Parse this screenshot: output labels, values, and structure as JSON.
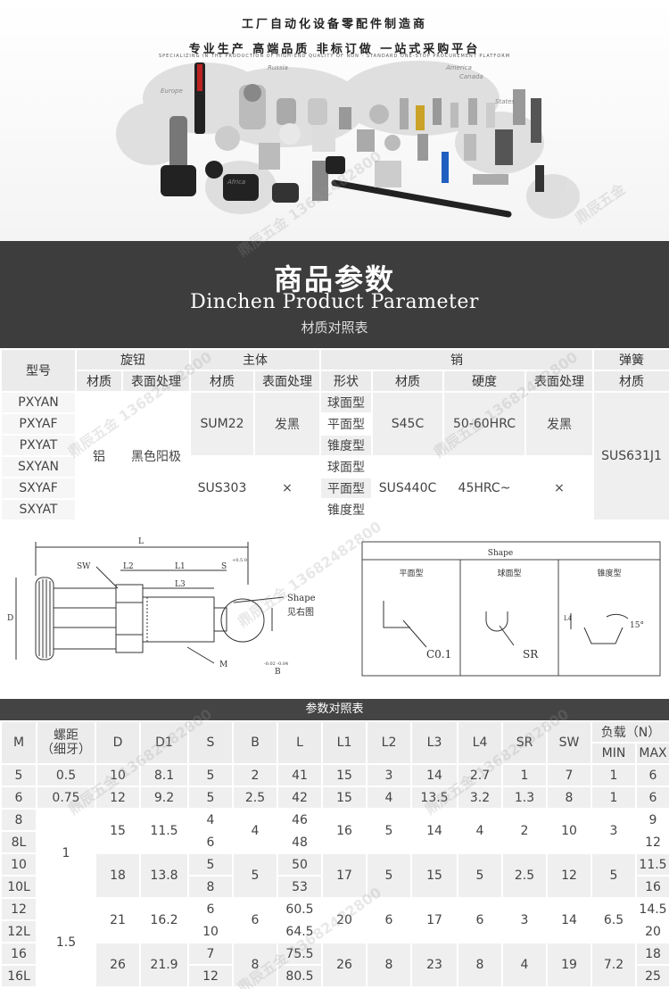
{
  "banner": {
    "line1": "工厂自动化设备零配件制造商",
    "line2": "专业生产 高端品质 非标订做 一站式采购平台",
    "line3": "SPECIALIZING IN THE PRODUCTION OF HIGH-END QUALITY OF NON - STANDARD ONE-STOP PROCUREMENT PLATFORM",
    "map_labels": [
      "Russia",
      "Europe",
      "Canada",
      "America",
      "States",
      "Africa"
    ]
  },
  "header": {
    "title_cn": "商品参数",
    "title_en": "Dinchen Product Parameter",
    "subtitle": "材质对照表"
  },
  "material_table": {
    "h_model": "型号",
    "h_knob": "旋钮",
    "h_body": "主体",
    "h_pin": "销",
    "h_spring": "弹簧",
    "h_material": "材质",
    "h_surface": "表面处理",
    "h_shape": "形状",
    "h_hardness": "硬度",
    "models": [
      "PXYAN",
      "PXYAF",
      "PXYAT",
      "SXYAN",
      "SXYAF",
      "SXYAT"
    ],
    "knob_material": "铝",
    "knob_surface": "黑色阳极",
    "body_material_1": "SUM22",
    "body_surface_1": "发黑",
    "body_material_2": "SUS303",
    "body_surface_2": "×",
    "shapes": [
      "球面型",
      "平面型",
      "锥度型",
      "球面型",
      "平面型",
      "锥度型"
    ],
    "pin_material_1": "S45C",
    "pin_hardness_1": "50-60HRC",
    "pin_surface_1": "发黑",
    "pin_material_2": "SUS440C",
    "pin_hardness_2": "45HRC~",
    "pin_surface_2": "×",
    "spring_material": "SUS631J1"
  },
  "drawing": {
    "labels": {
      "L": "L",
      "SW": "SW",
      "L2": "L2",
      "L1": "L1",
      "S": "S",
      "tol_s": "+0.5 0",
      "L3": "L3",
      "D": "D",
      "M": "M",
      "B": "B",
      "tol_b": "-0.02 -0.04",
      "shape_note_1": "Shape",
      "shape_note_2": "见右图"
    },
    "shape_box": {
      "title": "Shape",
      "flat": "平面型",
      "ball": "球面型",
      "taper": "锥度型",
      "flat_dim": "C0.1",
      "ball_dim": "SR",
      "taper_len": "L4",
      "taper_angle": "15°"
    }
  },
  "param_table": {
    "title": "参数对照表",
    "headers": [
      "M",
      "螺距\n（细牙）",
      "D",
      "D1",
      "S",
      "B",
      "L",
      "L1",
      "L2",
      "L3",
      "L4",
      "SR",
      "SW"
    ],
    "load_header": "负载（N）",
    "min": "MIN",
    "max": "MAX",
    "rows": [
      {
        "M": "5",
        "pitch": "0.5",
        "D": "10",
        "D1": "8.1",
        "S": "5",
        "B": "2",
        "L": "41",
        "L1": "15",
        "L2": "3",
        "L3": "14",
        "L4": "2.7",
        "SR": "1",
        "SW": "7",
        "MIN": "1",
        "MAX": "6"
      },
      {
        "M": "6",
        "pitch": "0.75",
        "D": "12",
        "D1": "9.2",
        "S": "5",
        "B": "2.5",
        "L": "42",
        "L1": "15",
        "L2": "4",
        "L3": "13.5",
        "L4": "3.2",
        "SR": "1.3",
        "SW": "8",
        "MIN": "1",
        "MAX": "6"
      }
    ],
    "group_8": {
      "M": [
        "8",
        "8L"
      ],
      "D": "15",
      "D1": "11.5",
      "S": [
        "4",
        "6"
      ],
      "B": "4",
      "L": [
        "46",
        "48"
      ],
      "L1": "16",
      "L2": "5",
      "L3": "14",
      "L4": "4",
      "SR": "2",
      "SW": "10",
      "MIN": "3",
      "MAX": [
        "9",
        "12"
      ]
    },
    "group_10": {
      "M": [
        "10",
        "10L"
      ],
      "D": "18",
      "D1": "13.8",
      "S": [
        "5",
        "8"
      ],
      "B": "5",
      "L": [
        "50",
        "53"
      ],
      "L1": "17",
      "L2": "5",
      "L3": "15",
      "L4": "5",
      "SR": "2.5",
      "SW": "12",
      "MIN": "5",
      "MAX": [
        "11.5",
        "16"
      ]
    },
    "pitch_8_10": "1",
    "group_12": {
      "M": [
        "12",
        "12L"
      ],
      "D": "21",
      "D1": "16.2",
      "S": [
        "6",
        "10"
      ],
      "B": "6",
      "L": [
        "60.5",
        "64.5"
      ],
      "L1": "20",
      "L2": "6",
      "L3": "17",
      "L4": "6",
      "SR": "3",
      "SW": "14",
      "MIN": "6.5",
      "MAX": [
        "14.5",
        "20"
      ]
    },
    "group_16": {
      "M": [
        "16",
        "16L"
      ],
      "D": "26",
      "D1": "21.9",
      "S": [
        "7",
        "12"
      ],
      "B": "8",
      "L": [
        "75.5",
        "80.5"
      ],
      "L1": "26",
      "L2": "8",
      "L3": "23",
      "L4": "8",
      "SR": "4",
      "SW": "19",
      "MIN": "7.2",
      "MAX": [
        "18",
        "25"
      ]
    },
    "pitch_12_16": "1.5"
  },
  "watermark": {
    "name": "鼎辰五金",
    "phone": "13682482800"
  }
}
